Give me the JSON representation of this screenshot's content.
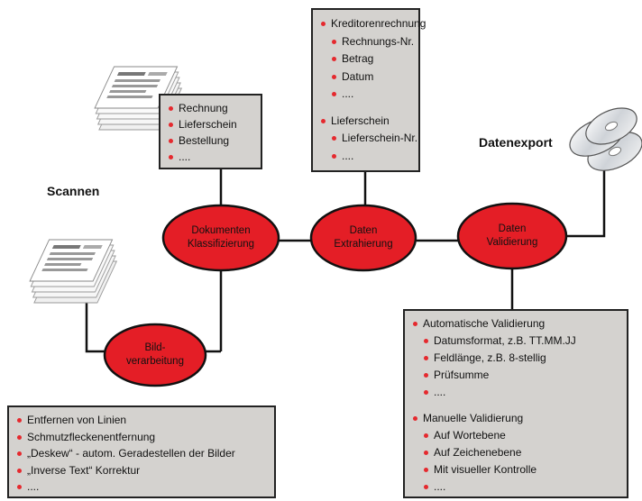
{
  "labels": {
    "scannen": "Scannen",
    "datenexport": "Datenexport"
  },
  "nodes": {
    "dokumenten": "Dokumenten\nKlassifizierung",
    "daten_extrahierung": "Daten\nExtrahierung",
    "daten_validierung": "Daten\nValidierung",
    "bildverarbeitung": "Bild-\nverarbeitung"
  },
  "boxes": {
    "klassifizierung": [
      "Rechnung",
      "Lieferschein",
      "Bestellung",
      "...."
    ],
    "extrahierung": {
      "kreditorenrechnung": "Kreditorenrechnung",
      "kreditoren_items": [
        "Rechnungs-Nr.",
        "Betrag",
        "Datum",
        "...."
      ],
      "lieferschein": "Lieferschein",
      "lieferschein_items": [
        "Lieferschein-Nr.",
        "...."
      ]
    },
    "validierung": {
      "automatisch": "Automatische Validierung",
      "automatisch_items": [
        "Datumsformat, z.B. TT.MM.JJ",
        "Feldlänge, z.B. 8-stellig",
        "Prüfsumme",
        "...."
      ],
      "manuell": "Manuelle Validierung",
      "manuell_items": [
        "Auf Wortebene",
        "Auf Zeichenebene",
        "Mit visueller Kontrolle",
        "...."
      ]
    },
    "bildverarbeitung": [
      "Entfernen von Linien",
      "Schmutzfleckenentfernung",
      "„Deskew“ - autom. Geradestellen der Bilder",
      "„Inverse Text“ Korrektur",
      "...."
    ]
  },
  "colors": {
    "node_fill": "#e41e26",
    "box_fill": "#d4d2cf",
    "bullet": "#e5292e"
  },
  "icons": [
    "document-stack-icon",
    "document-stack-icon",
    "cd-stack-icon"
  ]
}
